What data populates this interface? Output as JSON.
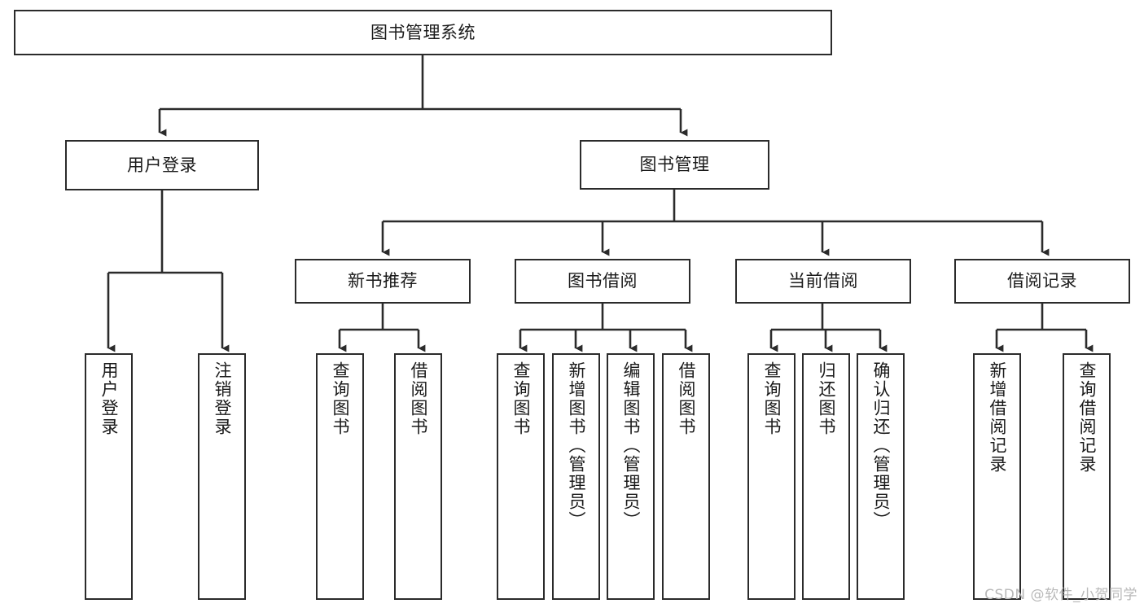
{
  "diagram": {
    "type": "tree-hierarchy",
    "title": "图书管理系统",
    "background_color": "#ffffff",
    "line_color": "#2b2b2b",
    "text_color": "#1a1a1a",
    "root": {
      "id": "root",
      "label": "图书管理系统"
    },
    "level1": [
      {
        "id": "user-login",
        "label": "用户登录"
      },
      {
        "id": "book-manage",
        "label": "图书管理"
      }
    ],
    "level2": [
      {
        "id": "new-book-recommend",
        "label": "新书推荐",
        "parent": "book-manage"
      },
      {
        "id": "book-borrow",
        "label": "图书借阅",
        "parent": "book-manage"
      },
      {
        "id": "current-borrow",
        "label": "当前借阅",
        "parent": "book-manage"
      },
      {
        "id": "borrow-record",
        "label": "借阅记录",
        "parent": "book-manage"
      }
    ],
    "leaves": [
      {
        "id": "leaf-user-login",
        "label": "用户登录",
        "parent": "user-login"
      },
      {
        "id": "leaf-logout",
        "label": "注销登录",
        "parent": "user-login"
      },
      {
        "id": "leaf-query-book-1",
        "label": "查询图书",
        "parent": "new-book-recommend"
      },
      {
        "id": "leaf-borrow-book-1",
        "label": "借阅图书",
        "parent": "new-book-recommend"
      },
      {
        "id": "leaf-query-book-2",
        "label": "查询图书",
        "parent": "book-borrow"
      },
      {
        "id": "leaf-add-book",
        "label": "新增图书（管理员）",
        "parent": "book-borrow"
      },
      {
        "id": "leaf-edit-book",
        "label": "编辑图书（管理员）",
        "parent": "book-borrow"
      },
      {
        "id": "leaf-borrow-book-2",
        "label": "借阅图书",
        "parent": "book-borrow"
      },
      {
        "id": "leaf-query-book-3",
        "label": "查询图书",
        "parent": "current-borrow"
      },
      {
        "id": "leaf-return-book",
        "label": "归还图书",
        "parent": "current-borrow"
      },
      {
        "id": "leaf-confirm-return",
        "label": "确认归还（管理员）",
        "parent": "current-borrow"
      },
      {
        "id": "leaf-add-record",
        "label": "新增借阅记录",
        "parent": "borrow-record"
      },
      {
        "id": "leaf-query-record",
        "label": "查询借阅记录",
        "parent": "borrow-record"
      }
    ]
  },
  "watermark": {
    "text": "CSDN @软件_小贺同学"
  }
}
